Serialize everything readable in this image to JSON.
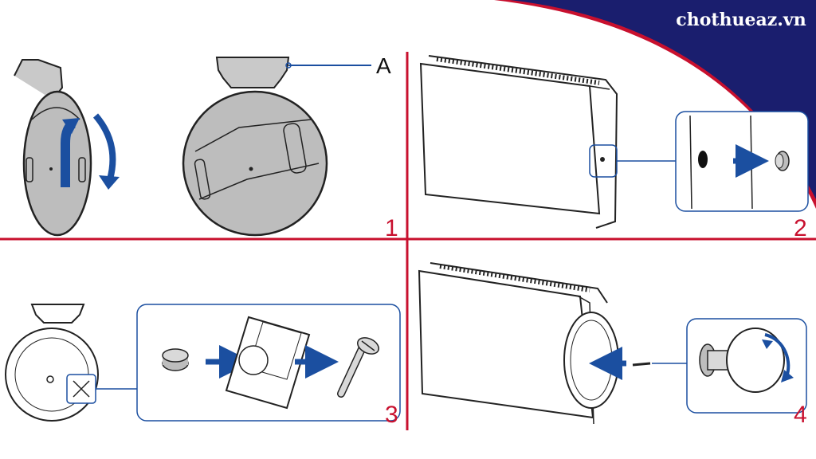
{
  "brand": {
    "text": "chothueaz.vn",
    "band_color": "#1a1e6e",
    "accent_color": "#c8102e"
  },
  "divider_color": "#c8102e",
  "arrow_color": "#1b4fa0",
  "panels": [
    {
      "step": "1",
      "callout": "A",
      "icons": [
        "stand-side-icon",
        "rotate-arrow-icon",
        "stand-front-icon"
      ]
    },
    {
      "step": "2",
      "icons": [
        "console-vertical-icon",
        "screw-hole-cap-icon"
      ]
    },
    {
      "step": "3",
      "icons": [
        "stand-base-icon",
        "cap-icon",
        "stand-plate-icon",
        "screw-icon"
      ]
    },
    {
      "step": "4",
      "icons": [
        "console-with-stand-icon",
        "screw-icon",
        "screwdriver-rotate-icon"
      ]
    }
  ]
}
